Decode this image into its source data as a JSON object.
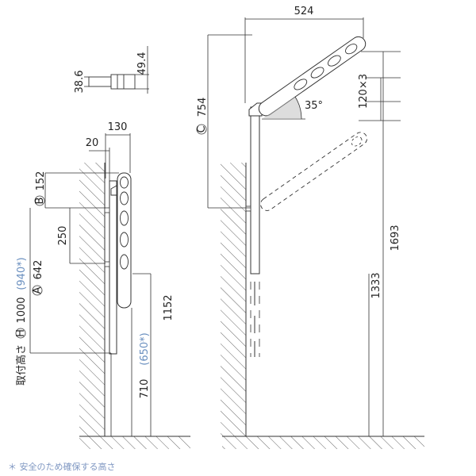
{
  "dims": {
    "top_width": "524",
    "clip_h": "38.6",
    "clip_w": "49.4",
    "bracket_depth": "130",
    "bracket_offset": "20",
    "angle": "35°",
    "pitch": "120×3",
    "b_label": "B",
    "b_value": "152",
    "c_label": "C",
    "c_value": "754",
    "a_label": "A",
    "a_value": "642",
    "h_label": "H",
    "h_value": "1000",
    "h_safe": "(940*)",
    "mount_label": "取付高さ",
    "arm_gap": "250",
    "height_1152": "1152",
    "height_710": "710",
    "height_710_safe": "(650*)",
    "height_1333": "1333",
    "height_1693": "1693"
  },
  "footnote": {
    "mark": "＊",
    "text": "安全のため確保する高さ"
  },
  "colors": {
    "line": "#333333",
    "hatch": "#555555",
    "safe_blue": "#6a8fbf"
  }
}
